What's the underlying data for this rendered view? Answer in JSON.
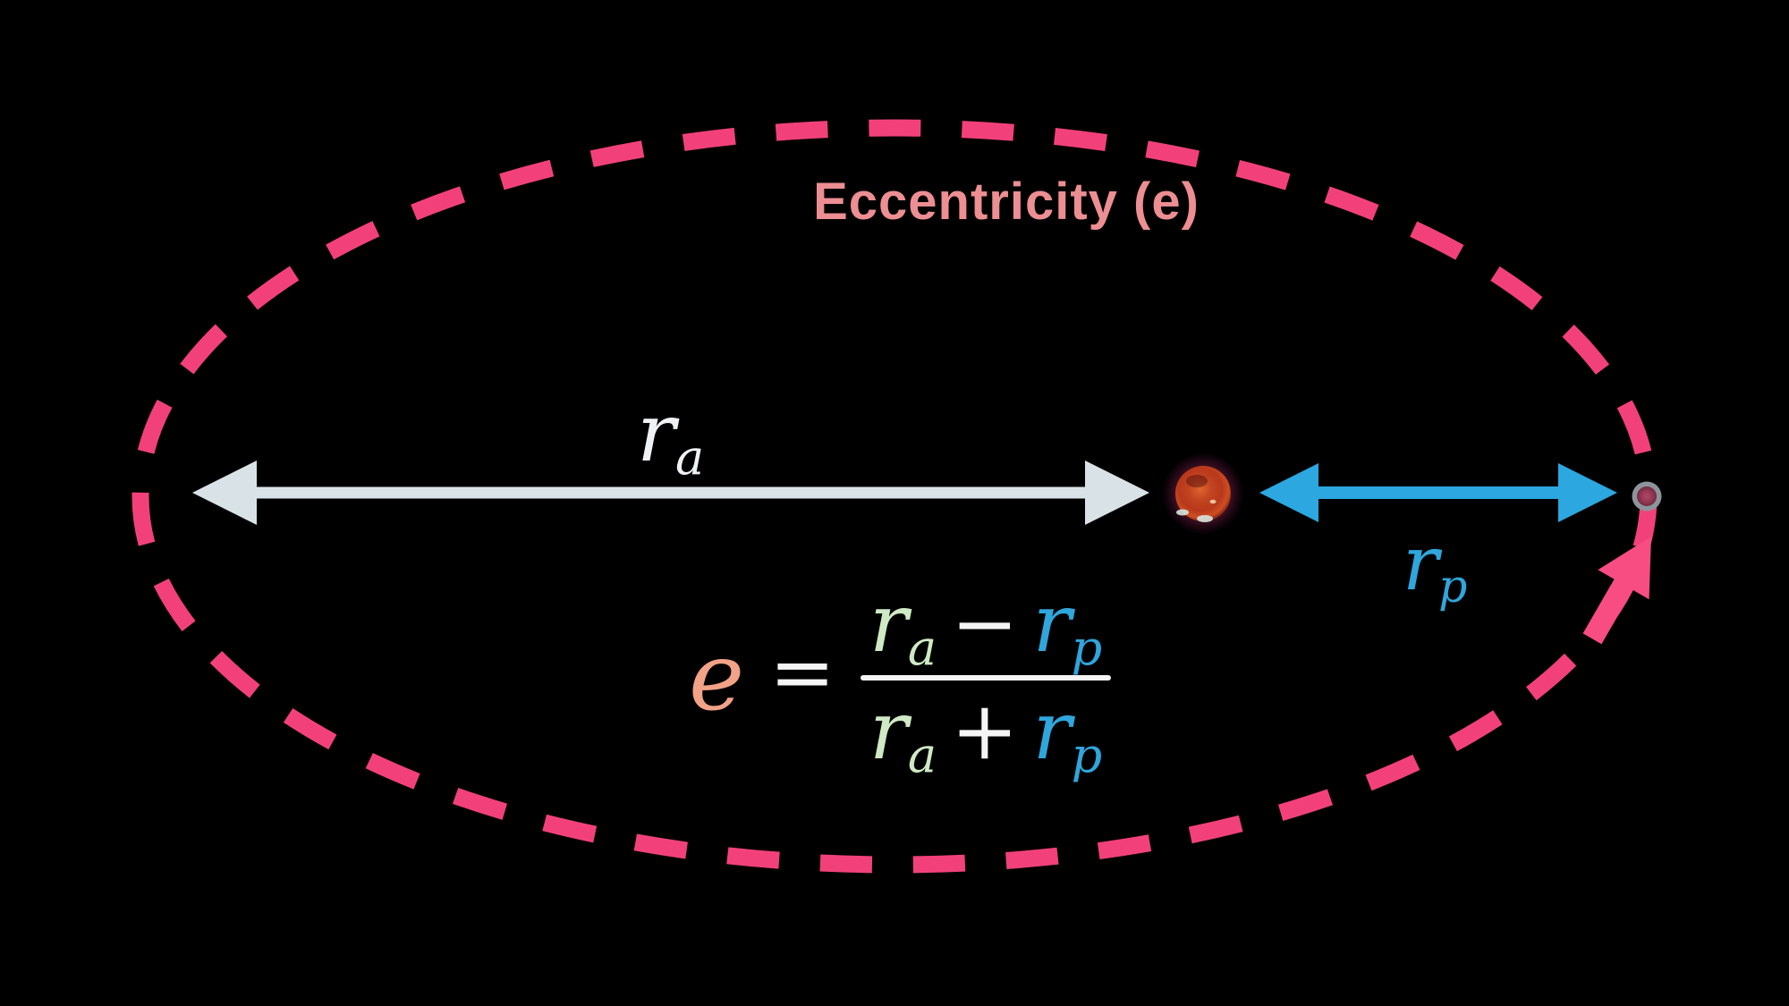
{
  "title": "Eccentricity (e)",
  "labels": {
    "ra": {
      "base": "r",
      "sub": "a"
    },
    "rp": {
      "base": "r",
      "sub": "p"
    }
  },
  "formula": {
    "lhs": "e",
    "equals": "=",
    "r": "r",
    "sub_a": "a",
    "sub_p": "p",
    "minus": "−",
    "plus": "+"
  },
  "icons": {
    "orbit": "dashed-ellipse-orbit",
    "sun": "sun-photo-disc",
    "planet": "planet-dot",
    "apoapsis_arrow": "double-headed-arrow",
    "periapsis_arrow": "double-headed-arrow",
    "direction_arrow": "orbital-motion-arrow"
  },
  "colors": {
    "background": "#000000",
    "orbit_pink": "#f2417a",
    "title_salmon": "#ec8e92",
    "apoapsis_arrow": "#d9e3e7",
    "periapsis_arrow": "#2ca7e0",
    "direction_arrow": "#f74d82",
    "label_white": "#eef2f4",
    "formula_e": "#f2a286",
    "formula_ra": "#cfe9c4",
    "formula_rp": "#2fa6dc",
    "formula_white": "#f5f5f5",
    "sun_core": "#d94f24",
    "planet_ring": "#8d949c",
    "planet_core": "#9c3553"
  }
}
